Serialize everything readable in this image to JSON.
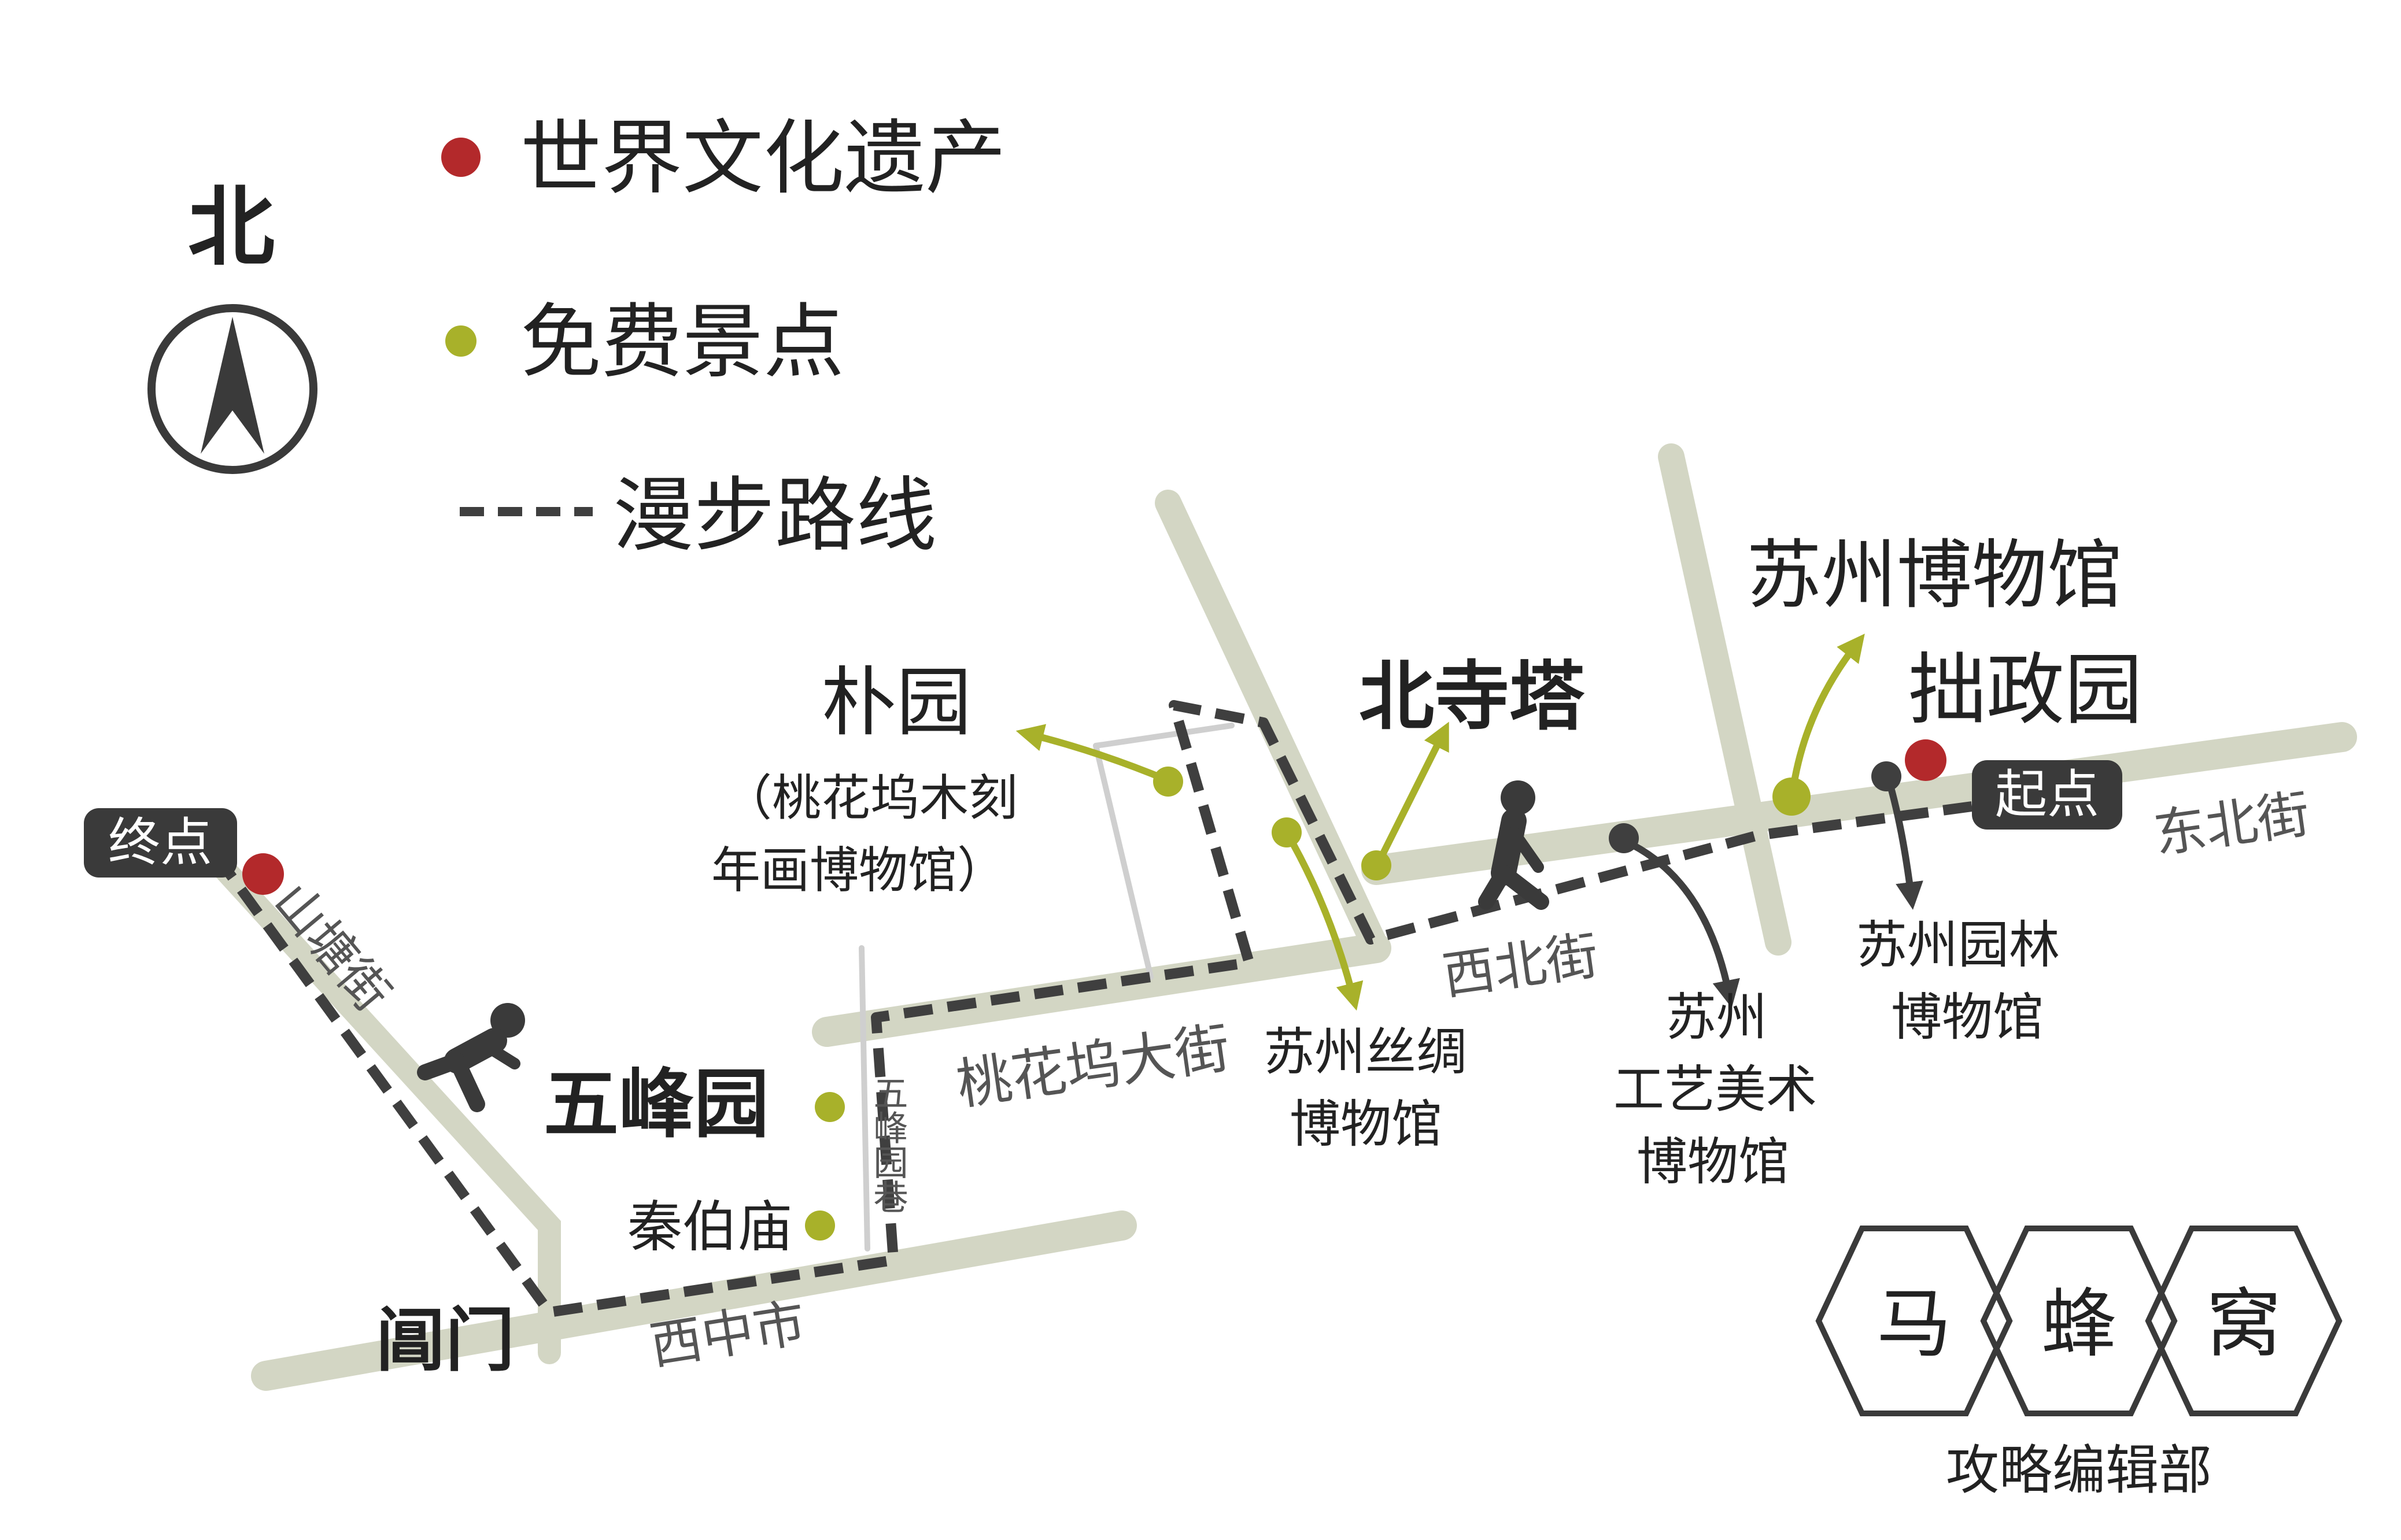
{
  "compass": {
    "label": "北"
  },
  "legend": {
    "world_heritage": "世界文化遗产",
    "free_attraction": "免费景点",
    "walking_route": "漫步路线"
  },
  "colors": {
    "heritage": "#b3292b",
    "free": "#a8b12a",
    "road": "#d3d6c4",
    "route": "#3f3f3f",
    "badge": "#3a3a3a"
  },
  "badges": {
    "start": "起点",
    "end": "终点"
  },
  "streets": {
    "dongbei": "东北街",
    "xibei": "西北街",
    "taohuawu": "桃花坞大街",
    "shantang": "山塘街",
    "wufengyuan_lane": "五峰园巷",
    "xizhongshi": "西中市"
  },
  "places": {
    "zhuozhengyuan": "拙政园",
    "suzhou_museum": "苏州博物馆",
    "suzhou_garden_museum_1": "苏州园林",
    "suzhou_garden_museum_2": "博物馆",
    "crafts_museum_1": "苏州",
    "crafts_museum_2": "工艺美术",
    "crafts_museum_3": "博物馆",
    "beisita": "北寺塔",
    "silk_museum_1": "苏州丝绸",
    "silk_museum_2": "博物馆",
    "puyuan": "朴园",
    "puyuan_sub1": "（桃花坞木刻",
    "puyuan_sub2": "年画博物馆）",
    "wufengyuan": "五峰园",
    "qinbomiao": "秦伯庙",
    "changmen": "阊门"
  },
  "logo": {
    "char1": "马",
    "char2": "蜂",
    "char3": "窝",
    "subtitle": "攻略编辑部"
  }
}
